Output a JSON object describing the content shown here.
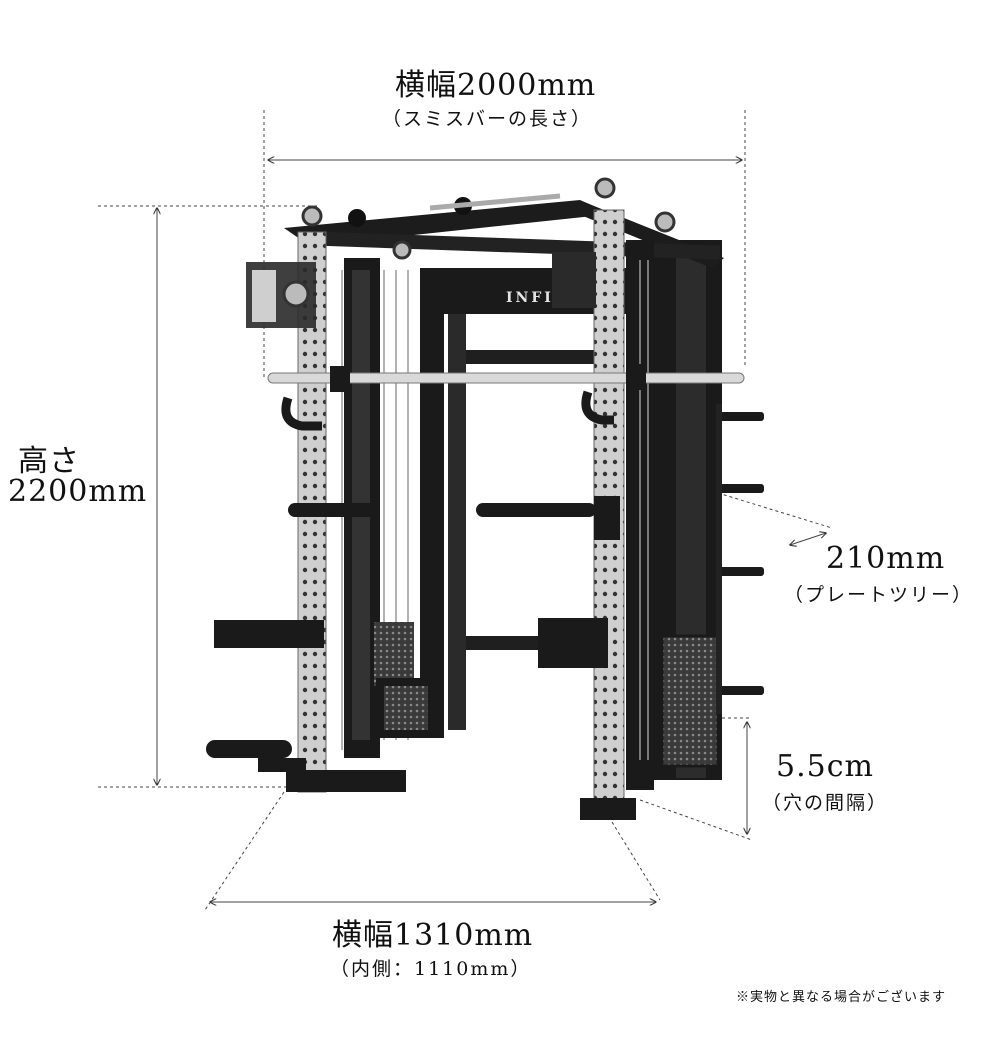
{
  "width_top": {
    "main": "横幅2000mm",
    "sub": "（スミスバーの長さ）"
  },
  "height": {
    "line1": "高さ",
    "line2": "2200mm"
  },
  "plate_tree": {
    "main": "210mm",
    "sub": "（プレートツリー）"
  },
  "hole_gap": {
    "main": "5.5cm",
    "sub": "（穴の間隔）"
  },
  "width_bottom": {
    "main": "横幅1310mm",
    "sub": "（内側：1110mm）"
  },
  "brand": "INFINITI",
  "footnote": "※実物と異なる場合がございます",
  "colors": {
    "frame": "#1a1a1a",
    "upright": "#cfcfcf",
    "chrome": "#d9d9d9",
    "dim": "#333333"
  }
}
